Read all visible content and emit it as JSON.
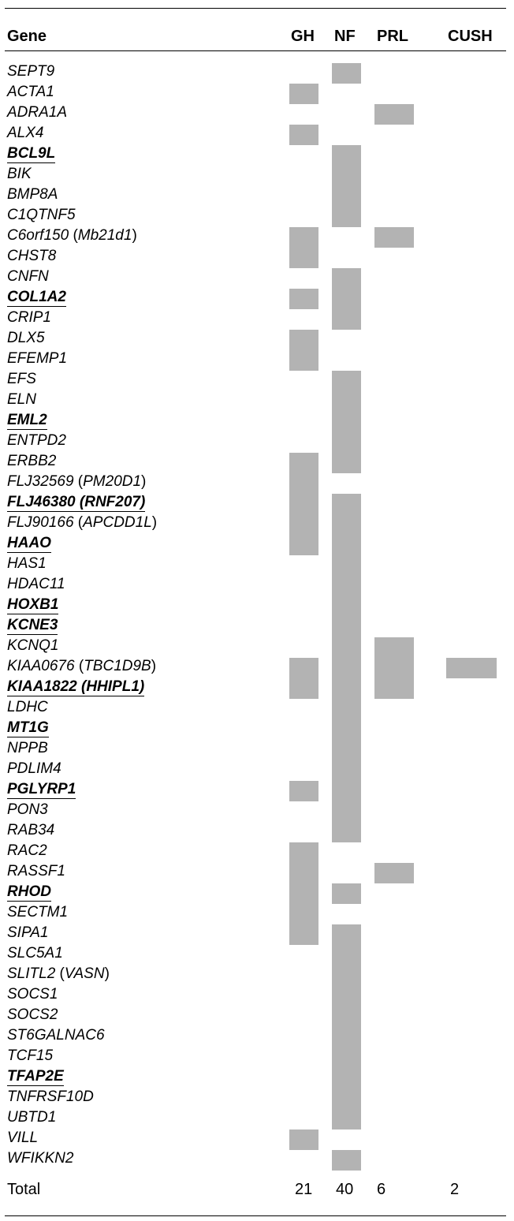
{
  "headers": {
    "gene": "Gene",
    "gh": "GH",
    "nf": "NF",
    "prl": "PRL",
    "cush": "CUSH"
  },
  "genes": [
    {
      "name": "SEPT9"
    },
    {
      "name": "ACTA1"
    },
    {
      "name": "ADRA1A"
    },
    {
      "name": "ALX4"
    },
    {
      "name": "BCL9L",
      "bold": true
    },
    {
      "name": "BIK"
    },
    {
      "name": "BMP8A"
    },
    {
      "name": "C1QTNF5"
    },
    {
      "name": "C6orf150",
      "alias": "Mb21d1"
    },
    {
      "name": "CHST8"
    },
    {
      "name": "CNFN"
    },
    {
      "name": "COL1A2",
      "bold": true
    },
    {
      "name": "CRIP1"
    },
    {
      "name": "DLX5"
    },
    {
      "name": "EFEMP1"
    },
    {
      "name": "EFS"
    },
    {
      "name": "ELN"
    },
    {
      "name": "EML2",
      "bold": true
    },
    {
      "name": "ENTPD2"
    },
    {
      "name": "ERBB2"
    },
    {
      "name": "FLJ32569",
      "alias": "PM20D1"
    },
    {
      "name": "FLJ46380",
      "alias": "RNF207",
      "bold": true
    },
    {
      "name": "FLJ90166",
      "alias": "APCDD1L"
    },
    {
      "name": "HAAO",
      "bold": true
    },
    {
      "name": "HAS1"
    },
    {
      "name": "HDAC11"
    },
    {
      "name": "HOXB1",
      "bold": true
    },
    {
      "name": "KCNE3",
      "bold": true
    },
    {
      "name": "KCNQ1"
    },
    {
      "name": "KIAA0676",
      "alias": "TBC1D9B"
    },
    {
      "name": "KIAA1822",
      "alias": "HHIPL1",
      "bold": true
    },
    {
      "name": "LDHC"
    },
    {
      "name": "MT1G",
      "bold": true
    },
    {
      "name": "NPPB"
    },
    {
      "name": "PDLIM4"
    },
    {
      "name": "PGLYRP1",
      "bold": true
    },
    {
      "name": "PON3"
    },
    {
      "name": "RAB34"
    },
    {
      "name": "RAC2"
    },
    {
      "name": "RASSF1"
    },
    {
      "name": "RHOD",
      "bold": true
    },
    {
      "name": "SECTM1"
    },
    {
      "name": "SIPA1"
    },
    {
      "name": "SLC5A1"
    },
    {
      "name": "SLITL2",
      "alias": "VASN"
    },
    {
      "name": "SOCS1"
    },
    {
      "name": "SOCS2"
    },
    {
      "name": "ST6GALNAC6"
    },
    {
      "name": "TCF15"
    },
    {
      "name": "TFAP2E",
      "bold": true
    },
    {
      "name": "TNFRSF10D"
    },
    {
      "name": "UBTD1"
    },
    {
      "name": "VILL"
    },
    {
      "name": "WFIKKN2"
    }
  ],
  "presence": {
    "gh": [
      [
        1,
        1
      ],
      [
        3,
        3
      ],
      [
        8,
        9
      ],
      [
        11,
        11
      ],
      [
        13,
        14
      ],
      [
        19,
        23
      ],
      [
        29,
        30
      ],
      [
        35,
        35
      ],
      [
        38,
        42
      ],
      [
        52,
        52
      ]
    ],
    "nf": [
      [
        0,
        0
      ],
      [
        4,
        7
      ],
      [
        10,
        12
      ],
      [
        15,
        19
      ],
      [
        21,
        37
      ],
      [
        40,
        40
      ],
      [
        42,
        51
      ],
      [
        53,
        53
      ]
    ],
    "prl": [
      [
        2,
        2
      ],
      [
        8,
        8
      ],
      [
        28,
        30
      ],
      [
        39,
        39
      ]
    ],
    "cush": [
      [
        29,
        29
      ]
    ]
  },
  "colors": {
    "bar": "#b3b3b3",
    "text": "#000000",
    "rule": "#000000"
  },
  "total": {
    "label": "Total",
    "gh": "21",
    "nf": "40",
    "prl": "6",
    "cush": "2"
  }
}
